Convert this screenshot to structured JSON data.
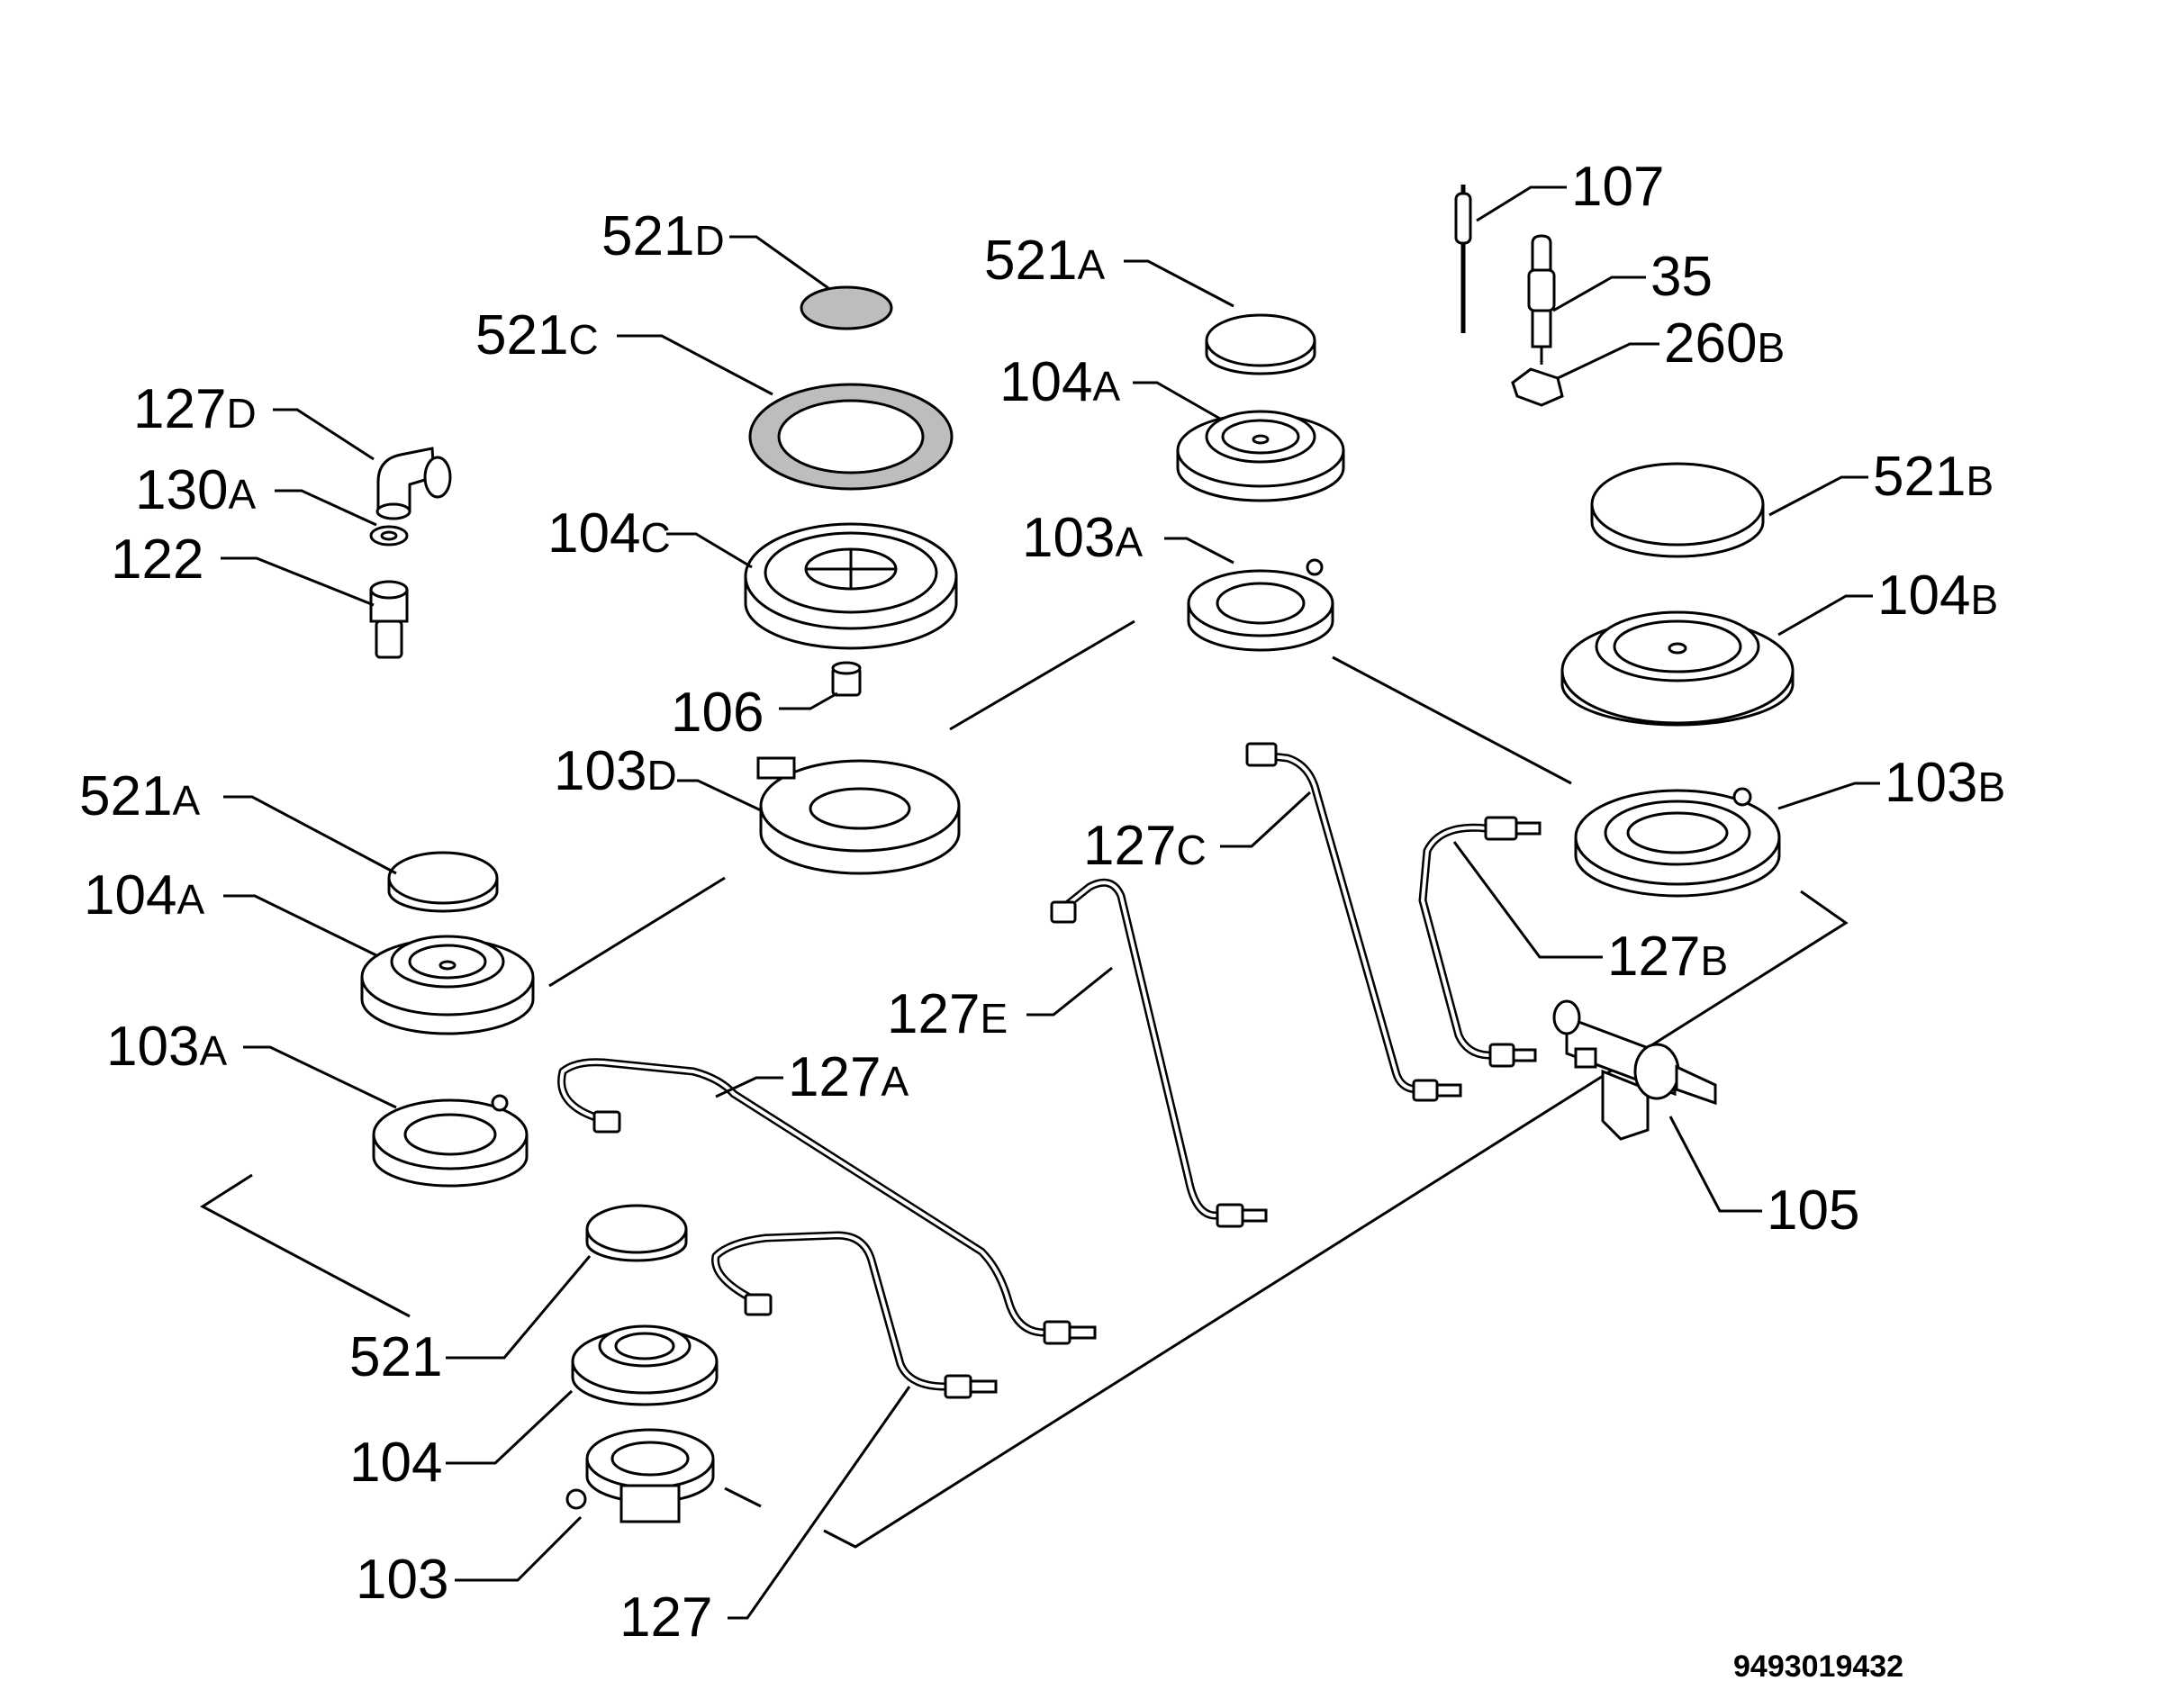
{
  "document_number": "9493019432",
  "labels": [
    {
      "id": "521D",
      "num": "521",
      "suffix": "D"
    },
    {
      "id": "521C",
      "num": "521",
      "suffix": "C"
    },
    {
      "id": "104C",
      "num": "104",
      "suffix": "C"
    },
    {
      "id": "106",
      "num": "106",
      "suffix": ""
    },
    {
      "id": "103D",
      "num": "103",
      "suffix": "D"
    },
    {
      "id": "127D",
      "num": "127",
      "suffix": "D"
    },
    {
      "id": "130A",
      "num": "130",
      "suffix": "A"
    },
    {
      "id": "122",
      "num": "122",
      "suffix": ""
    },
    {
      "id": "521A_top",
      "num": "521",
      "suffix": "A"
    },
    {
      "id": "104A_top",
      "num": "104",
      "suffix": "A"
    },
    {
      "id": "103A_top",
      "num": "103",
      "suffix": "A"
    },
    {
      "id": "107",
      "num": "107",
      "suffix": ""
    },
    {
      "id": "35",
      "num": "35",
      "suffix": ""
    },
    {
      "id": "260B",
      "num": "260",
      "suffix": "B"
    },
    {
      "id": "521B",
      "num": "521",
      "suffix": "B"
    },
    {
      "id": "104B",
      "num": "104",
      "suffix": "B"
    },
    {
      "id": "103B",
      "num": "103",
      "suffix": "B"
    },
    {
      "id": "127C",
      "num": "127",
      "suffix": "C"
    },
    {
      "id": "127B",
      "num": "127",
      "suffix": "B"
    },
    {
      "id": "127E",
      "num": "127",
      "suffix": "E"
    },
    {
      "id": "105",
      "num": "105",
      "suffix": ""
    },
    {
      "id": "521A_left",
      "num": "521",
      "suffix": "A"
    },
    {
      "id": "104A_left",
      "num": "104",
      "suffix": "A"
    },
    {
      "id": "103A_left",
      "num": "103",
      "suffix": "A"
    },
    {
      "id": "127A",
      "num": "127",
      "suffix": "A"
    },
    {
      "id": "521",
      "num": "521",
      "suffix": ""
    },
    {
      "id": "104",
      "num": "104",
      "suffix": ""
    },
    {
      "id": "103",
      "num": "103",
      "suffix": ""
    },
    {
      "id": "127",
      "num": "127",
      "suffix": ""
    }
  ]
}
